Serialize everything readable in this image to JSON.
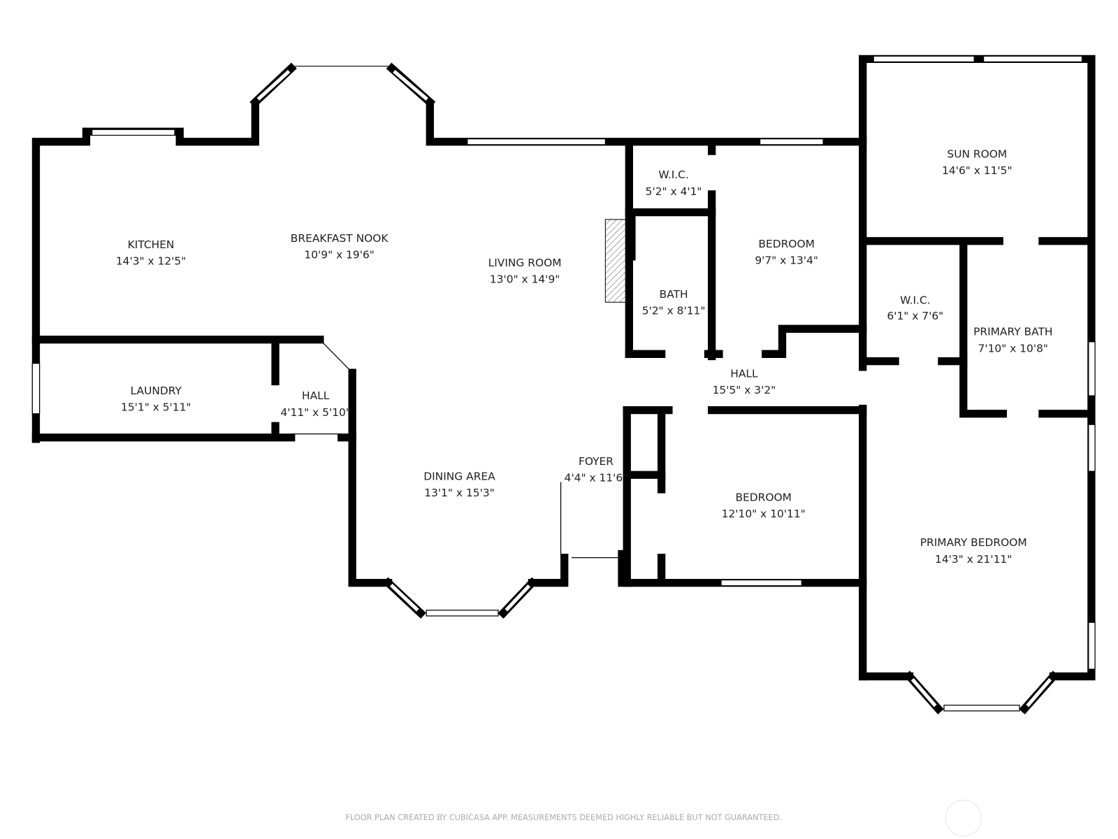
{
  "rooms": [
    {
      "name": "KITCHEN",
      "size": "14'3\" x 12'5\""
    },
    {
      "name": "BREAKFAST NOOK",
      "size": "10'9\" x 19'6\""
    },
    {
      "name": "LIVING ROOM",
      "size": "13'0\" x 14'9\""
    },
    {
      "name": "W.I.C.",
      "size": "5'2\" x 4'1\""
    },
    {
      "name": "BATH",
      "size": "5'2\" x 8'11\""
    },
    {
      "name": "BEDROOM",
      "size": "9'7\" x 13'4\""
    },
    {
      "name": "SUN ROOM",
      "size": "14'6\" x 11'5\""
    },
    {
      "name": "W.I.C.",
      "size": "6'1\" x 7'6\""
    },
    {
      "name": "PRIMARY BATH",
      "size": "7'10\" x 10'8\""
    },
    {
      "name": "LAUNDRY",
      "size": "15'1\" x 5'11\""
    },
    {
      "name": "HALL",
      "size": "4'11\" x 5'10\""
    },
    {
      "name": "HALL",
      "size": "15'5\" x 3'2\""
    },
    {
      "name": "DINING AREA",
      "size": "13'1\" x 15'3\""
    },
    {
      "name": "FOYER",
      "size": "4'4\" x 11'6\""
    },
    {
      "name": "BEDROOM",
      "size": "12'10\" x 10'11\""
    },
    {
      "name": "PRIMARY BEDROOM",
      "size": "14'3\" x 21'11\""
    }
  ],
  "footer": "FLOOR PLAN CREATED BY CUBICASA APP. MEASUREMENTS DEEMED HIGHLY RELIABLE BUT NOT GUARANTEED."
}
